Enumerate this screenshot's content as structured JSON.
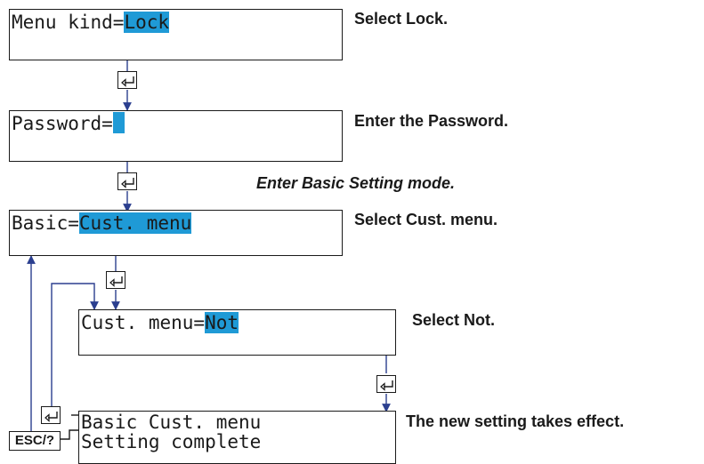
{
  "screens": {
    "menu_kind": {
      "prefix": "Menu kind=",
      "value": "Lock"
    },
    "password": {
      "prefix": "Password="
    },
    "basic": {
      "prefix": "Basic=",
      "value": "Cust. menu"
    },
    "cust_menu": {
      "prefix": "Cust. menu=",
      "value": "Not"
    },
    "complete": {
      "line1": "Basic Cust. menu",
      "line2": "Setting complete"
    }
  },
  "captions": {
    "select_lock": "Select Lock.",
    "enter_password": "Enter the Password.",
    "enter_basic": "Enter Basic Setting mode.",
    "select_cust": "Select Cust. menu.",
    "select_not": "Select Not.",
    "takes_effect": "The new setting takes effect."
  },
  "keys": {
    "enter": "enter-key-icon",
    "esc_label": "ESC/?"
  },
  "colors": {
    "highlight": "#1f9ad6",
    "line": "#1a1a1a",
    "arrow": "#2b3f8f"
  }
}
